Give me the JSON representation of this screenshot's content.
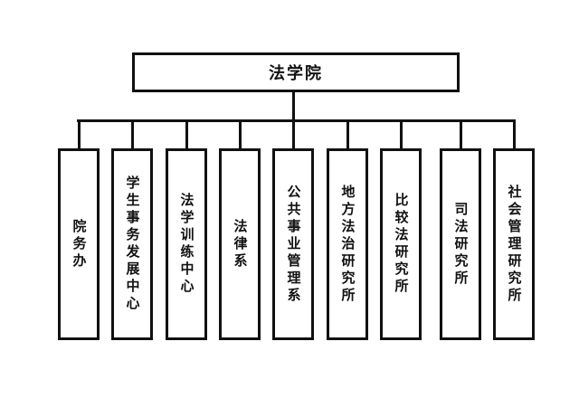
{
  "root": {
    "label": "法学院"
  },
  "units": [
    {
      "label": "院务办"
    },
    {
      "label": "学生事务发展中心"
    },
    {
      "label": "法学训练中心"
    },
    {
      "label": "法律系"
    },
    {
      "label": "公共事业管理系"
    },
    {
      "label": "地方法治研究所"
    },
    {
      "label": "比较法研究所"
    },
    {
      "label": "司法研究所"
    },
    {
      "label": "社会管理研究所"
    }
  ]
}
